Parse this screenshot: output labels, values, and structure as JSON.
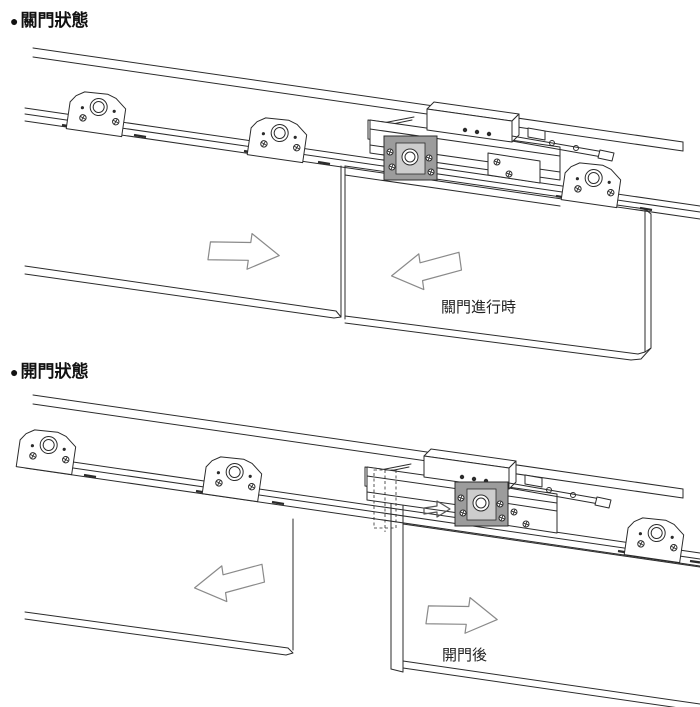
{
  "page": {
    "type": "installation-manual-diagram",
    "subject": "sliding-door soft-close mechanism, closed and open states"
  },
  "colors": {
    "background": "#ffffff",
    "line": "#2b2b2b",
    "arrow": "#8a8a8a",
    "gray": "#9c9c9c",
    "grayl": "#cdcdcd",
    "text": "#111111"
  },
  "sections": [
    {
      "id": "closed-state",
      "bullet": "●",
      "title": "關門狀態",
      "caption": "關門進行時",
      "components": [
        "fascia-rail",
        "track-rail",
        "hanger-bracket",
        "hanger-bracket",
        "hanger-bracket",
        "soft-close-mechanism",
        "door-panel-left",
        "door-panel-right"
      ],
      "arrows": [
        {
          "icon": "direction-arrow-right-icon",
          "door": "left",
          "direction": "right"
        },
        {
          "icon": "direction-arrow-left-icon",
          "door": "right",
          "direction": "left"
        }
      ]
    },
    {
      "id": "open-state",
      "bullet": "●",
      "title": "開門狀態",
      "caption": "開門後",
      "components": [
        "fascia-rail",
        "track-rail",
        "hanger-bracket",
        "hanger-bracket",
        "hanger-bracket",
        "soft-close-mechanism",
        "ghost-outline-dashed",
        "door-panel-left",
        "door-panel-right"
      ],
      "arrows": [
        {
          "icon": "direction-arrow-left-icon",
          "door": "left",
          "direction": "left"
        },
        {
          "icon": "small-shift-arrow-right-icon",
          "door": "mechanism",
          "direction": "right"
        },
        {
          "icon": "direction-arrow-right-icon",
          "door": "right",
          "direction": "right"
        }
      ]
    }
  ]
}
